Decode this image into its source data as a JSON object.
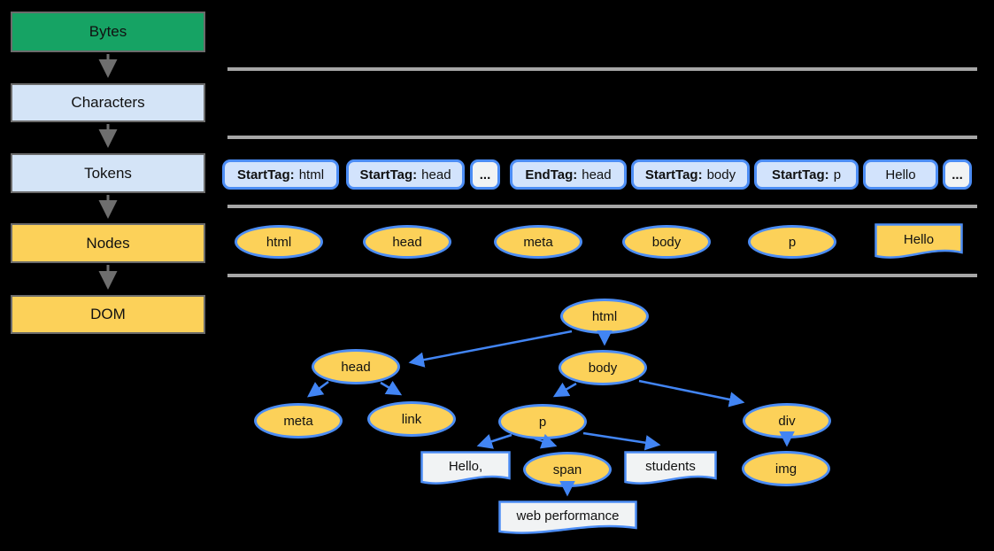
{
  "colors": {
    "background": "#000000",
    "bytes_green": "#16A364",
    "characters_blue": "#D4E4F7",
    "nodes_yellow": "#FCD159",
    "token_fill": "#D2E3FC",
    "token_muted_fill": "#F1F3F4",
    "blue_border": "#4C8DF5",
    "arrow_blue": "#4285F4",
    "gray_border": "#6B6B6B",
    "separator_gray": "#A6A6A6",
    "dom_text_node_fill": "#F1F3F4"
  },
  "pipeline": {
    "stages": [
      {
        "label": "Bytes",
        "color": "#16A364"
      },
      {
        "label": "Characters",
        "color": "#D4E4F7"
      },
      {
        "label": "Tokens",
        "color": "#D4E4F7"
      },
      {
        "label": "Nodes",
        "color": "#FCD159"
      },
      {
        "label": "DOM",
        "color": "#FCD159"
      }
    ]
  },
  "tokens": {
    "items": [
      {
        "keyword": "StartTag:",
        "value": "html"
      },
      {
        "keyword": "StartTag:",
        "value": "head"
      },
      {
        "keyword": "",
        "value": "..."
      },
      {
        "keyword": "EndTag:",
        "value": "head"
      },
      {
        "keyword": "StartTag:",
        "value": "body"
      },
      {
        "keyword": "StartTag:",
        "value": "p"
      },
      {
        "keyword": "",
        "value": "Hello"
      },
      {
        "keyword": "",
        "value": "..."
      }
    ]
  },
  "nodes": {
    "elements": [
      "html",
      "head",
      "meta",
      "body",
      "p"
    ],
    "text_node": "Hello"
  },
  "dom_tree": {
    "elements": [
      "html",
      "head",
      "body",
      "meta",
      "link",
      "p",
      "div",
      "span",
      "img"
    ],
    "text_nodes": [
      "Hello,",
      "students",
      "web performance"
    ]
  }
}
